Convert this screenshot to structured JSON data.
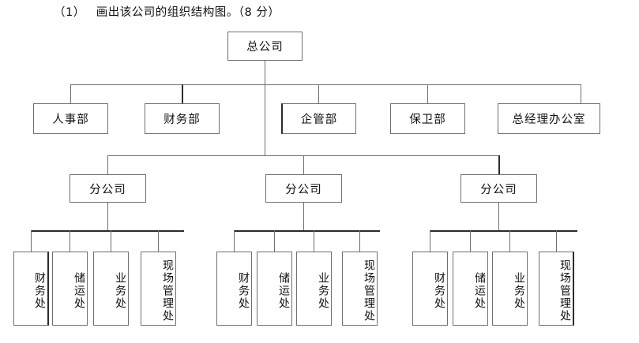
{
  "prompt": {
    "number": "（1）",
    "text": "画出该公司的组织结构图。（8 分）"
  },
  "chart": {
    "type": "org-chart",
    "root": {
      "label": "总公司"
    },
    "departments": [
      {
        "label": "人事部"
      },
      {
        "label": "财务部"
      },
      {
        "label": "企管部"
      },
      {
        "label": "保卫部"
      },
      {
        "label": "总经理办公室"
      }
    ],
    "branches": [
      {
        "label": "分公司"
      },
      {
        "label": "分公司"
      },
      {
        "label": "分公司"
      }
    ],
    "branch_units": [
      [
        {
          "label": "财务处"
        },
        {
          "label": "储运处"
        },
        {
          "label": "业务处"
        },
        {
          "label": "现场管理处"
        }
      ],
      [
        {
          "label": "财务处"
        },
        {
          "label": "储运处"
        },
        {
          "label": "业务处"
        },
        {
          "label": "现场管理处"
        }
      ],
      [
        {
          "label": "财务处"
        },
        {
          "label": "储运处"
        },
        {
          "label": "业务处"
        },
        {
          "label": "现场管理处"
        }
      ]
    ]
  },
  "colors": {
    "page_background": "#ffffff",
    "box_border": "#6f6f6f",
    "box_border_heavy": "#2b2b2b",
    "text": "#111111",
    "connector": "#6f6f6f"
  }
}
